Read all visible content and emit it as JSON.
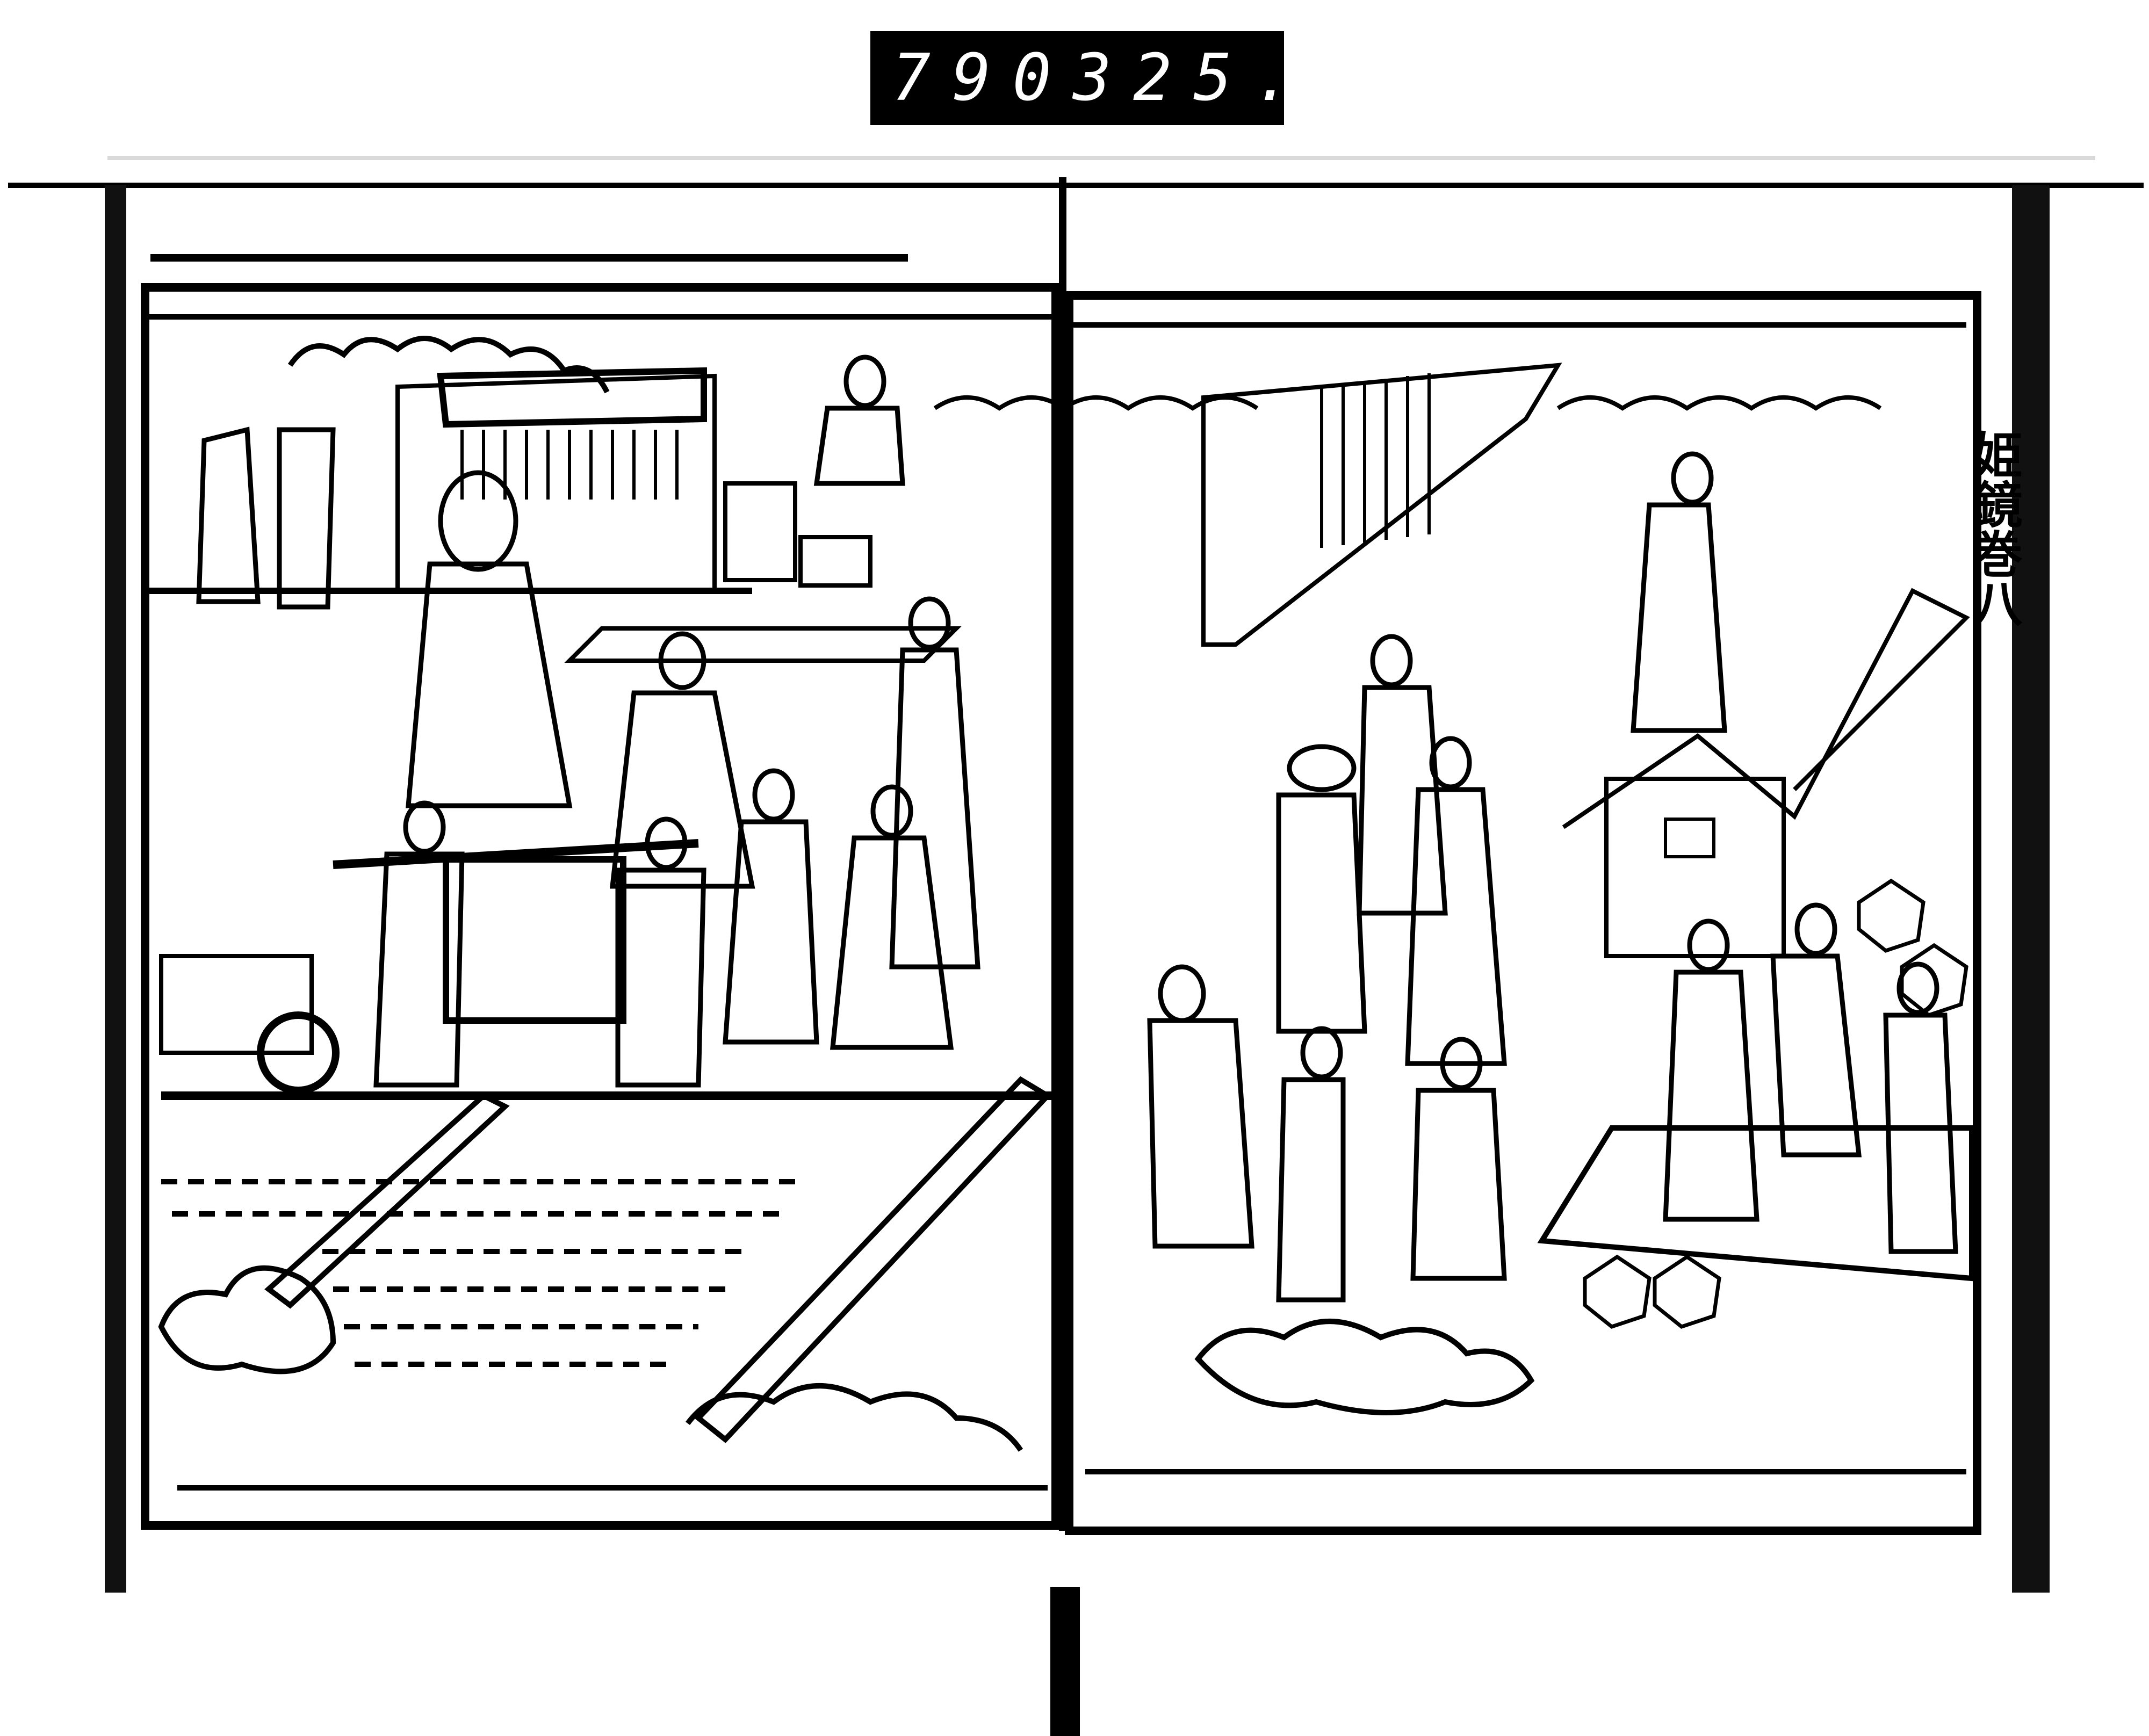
{
  "archive_label": {
    "left_number": "790",
    "right_number": "325."
  },
  "right_margin_title": "姫鏡巻八"
}
